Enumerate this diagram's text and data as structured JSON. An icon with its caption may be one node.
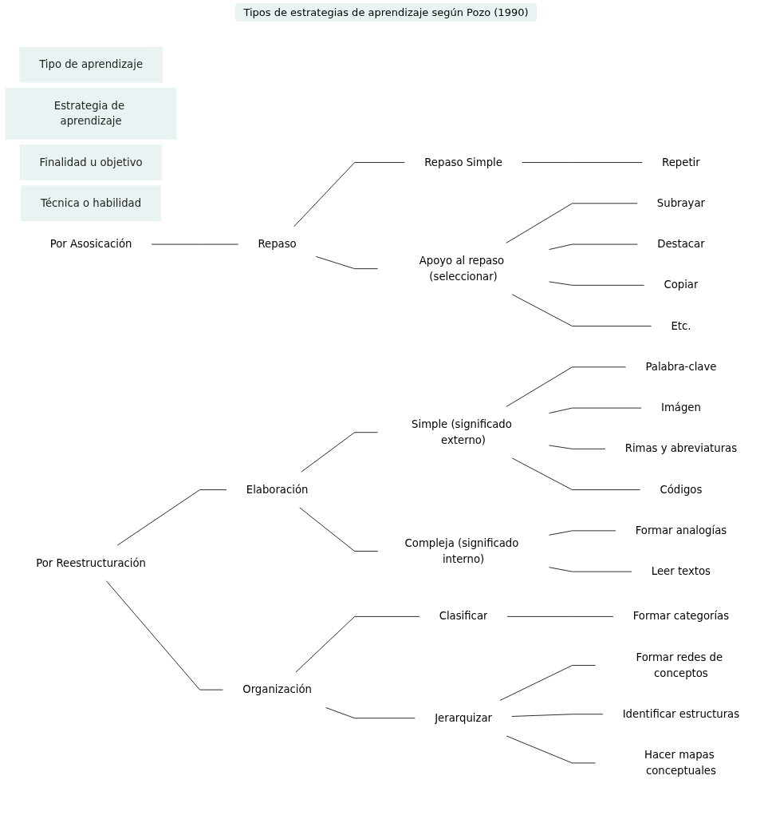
{
  "diagram": {
    "title": "Tipos de estrategias de aprendizaje según Pozo (1990)",
    "nodes": [
      {
        "text": [
          "Tipo de aprendizaje"
        ]
      },
      {
        "text": [
          "Estrategia de aprendizaje"
        ]
      },
      {
        "text": [
          "Finalidad u objetivo"
        ]
      },
      {
        "text": [
          "Técnica o habilidad"
        ]
      },
      {
        "text": [
          "Por Asosicación"
        ]
      },
      {
        "text": [
          "Repaso"
        ]
      },
      {
        "text": [
          "Repaso Simple"
        ]
      },
      {
        "text": [
          "Repetir"
        ]
      },
      {
        "text": [
          "Apoyo al repaso (seleccionar)"
        ]
      },
      {
        "text": [
          "Subrayar"
        ]
      },
      {
        "text": [
          "Destacar"
        ]
      },
      {
        "text": [
          "Copiar"
        ]
      },
      {
        "text": [
          "Etc."
        ]
      },
      {
        "text": [
          "Por Reestructuración"
        ]
      },
      {
        "text": [
          "Elaboración"
        ]
      },
      {
        "text": [
          "Simple (significado externo)"
        ]
      },
      {
        "text": [
          "Palabra-clave"
        ]
      },
      {
        "text": [
          "Imágen"
        ]
      },
      {
        "text": [
          "Rimas y abreviaturas"
        ]
      },
      {
        "text": [
          "Códigos"
        ]
      },
      {
        "text": [
          "Compleja (significado interno)"
        ]
      },
      {
        "text": [
          "Formar analogías"
        ]
      },
      {
        "text": [
          "Leer textos"
        ]
      },
      {
        "text": [
          "Organización"
        ]
      },
      {
        "text": [
          "Clasificar"
        ]
      },
      {
        "text": [
          "Formar categorías"
        ]
      },
      {
        "text": [
          "Jerarquizar"
        ]
      },
      {
        "text": [
          "Formar redes de conceptos"
        ]
      },
      {
        "text": [
          "Identificar estructuras"
        ]
      },
      {
        "text": [
          "Hacer mapas conceptuales"
        ]
      }
    ],
    "edges": [
      {
        "from": 4,
        "to": 5,
        "arrow": "none"
      },
      {
        "from": 5,
        "to": 6,
        "arrow": "none"
      },
      {
        "from": 6,
        "to": 7,
        "arrow": "none"
      },
      {
        "from": 5,
        "to": 8,
        "arrow": "none"
      },
      {
        "from": 8,
        "to": 9,
        "arrow": "none"
      },
      {
        "from": 8,
        "to": 10,
        "arrow": "none"
      },
      {
        "from": 8,
        "to": 11,
        "arrow": "none"
      },
      {
        "from": 8,
        "to": 12,
        "arrow": "none"
      },
      {
        "from": 13,
        "to": 14,
        "arrow": "none"
      },
      {
        "from": 14,
        "to": 15,
        "arrow": "none"
      },
      {
        "from": 15,
        "to": 16,
        "arrow": "none"
      },
      {
        "from": 15,
        "to": 17,
        "arrow": "none"
      },
      {
        "from": 15,
        "to": 18,
        "arrow": "none"
      },
      {
        "from": 15,
        "to": 19,
        "arrow": "none"
      },
      {
        "from": 14,
        "to": 20,
        "arrow": "none"
      },
      {
        "from": 20,
        "to": 21,
        "arrow": "none"
      },
      {
        "from": 20,
        "to": 22,
        "arrow": "none"
      },
      {
        "from": 13,
        "to": 23,
        "arrow": "none"
      },
      {
        "from": 23,
        "to": 24,
        "arrow": "none"
      },
      {
        "from": 24,
        "to": 25,
        "arrow": "none"
      },
      {
        "from": 23,
        "to": 26,
        "arrow": "none"
      },
      {
        "from": 26,
        "to": 27,
        "arrow": "none"
      },
      {
        "from": 26,
        "to": 28,
        "arrow": "none"
      },
      {
        "from": 26,
        "to": 29,
        "arrow": "none"
      }
    ]
  }
}
